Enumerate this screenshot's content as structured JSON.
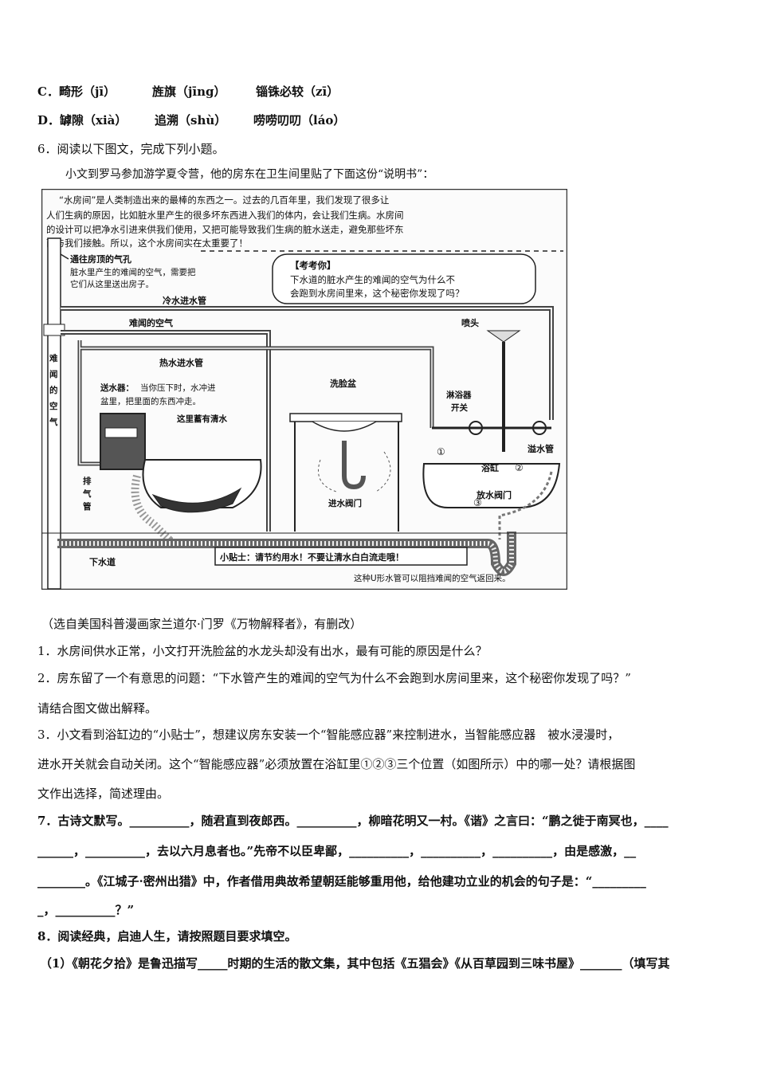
{
  "lines": {
    "c": [
      "C．畸形（jī）",
      "旌旗（jīng）",
      "锱铢必较（zī）"
    ],
    "d": [
      "D．罅隙（xià）",
      "追溯（shù）",
      "唠唠叨叨（láo）"
    ],
    "q6": "6．阅读以下图文，完成下列小题。",
    "intro": "小文到罗马参加游学夏令营，他的房东在卫生间里贴了下面这份“说明书”：",
    "source": "（选自美国科普漫画家兰道尔·门罗《万物解释者》，有删改）",
    "s1": "1．水房间供水正常，小文打开洗脸盆的水龙头却没有出水，最有可能的原因是什么？",
    "s2a": "2．房东留了一个有意思的问题：“下水管产生的难闻的空气为什么不会跑到水房间里来，这个秘密你发现了吗？”",
    "s2b": "请结合图文做出解释。",
    "s3a": "3．小文看到浴缸边的“小贴士”，想建议房东安装一个“智能感应器”来控制进水，当智能感应器　被水浸漫时，",
    "s3b": "进水开关就会自动关闭。这个“智能感应器”必须放置在浴缸里①②③三个位置（如图所示）中的哪一处？请根据图",
    "s3c": "文作出选择，简述理由。",
    "q7a": "7．古诗文默写。__________，随君直到夜郎西。__________，柳暗花明又一村。《谐》之言曰：“鹏之徙于南冥也，____",
    "q7b": "______，__________，去以六月息者也。”先帝不以臣卑鄙，__________，__________，__________，由是感激，__",
    "q7c": "________。《江城子·密州出猎》中，作者借用典故希望朝廷能够重用他，给他建功立业的机会的句子是：“_________",
    "q7d": "_，__________？”",
    "q8": "8．阅读经典，启迪人生，请按照题目要求填空。",
    "q8_1": "（1）《朝花夕拾》是鲁迅描写_____时期的生活的散文集，其中包括《五猖会》《从百草园到三味书屋》_______（填写其"
  },
  "figure": {
    "intro_text": [
      "“水房间”是人类制造出来的最棒的东西之一。过去的几百年里，我们发现了很多让",
      "人们生病的原因，比如脏水里产生的很多坏东西进入我们的体内，会让我们生病。水房间",
      "的设计可以把净水引进来供我们使用，又把可能导致我们生病的脏水送走，避免那些坏东",
      "西与我们接触。所以，这个水房间实在太重要了！"
    ],
    "vent_title": "通往房顶的气孔",
    "vent_desc": [
      "脏水里产生的难闻的空气，需要把",
      "它们从这里送出房子。"
    ],
    "quiz_title": "【考考你】",
    "quiz_text": [
      "下水道的脏水产生的难闻的空气为什么不",
      "会跑到水房间里来，这个秘密你发现了吗？"
    ],
    "cold_pipe": "冷水进水管",
    "bad_air": "难闻的空气",
    "hot_pipe": "热水进水管",
    "shower_head": "喷头",
    "bad_air_vertical": [
      "难",
      "闻",
      "的",
      "空",
      "气"
    ],
    "flusher_title": "送水器：",
    "flusher_desc": [
      "当你压下时，水冲进",
      "盆里，把里面的东西冲走。"
    ],
    "clean_water": "这里蓄有清水",
    "basin": "洗脸盆",
    "shower_switch": [
      "淋浴器",
      "开关"
    ],
    "overflow": "溢水管",
    "tub": "浴缸",
    "drain_valve": "放水阀门",
    "inlet_valve": "进水阀门",
    "exhaust": [
      "排",
      "气",
      "管"
    ],
    "sewer": "下水道",
    "tip": "小贴士：请节约用水！不要让清水白白流走哦！",
    "utrap": "这种U形水管可以阻挡难闻的空气返回来。",
    "marks": [
      "①",
      "②",
      "③"
    ]
  }
}
